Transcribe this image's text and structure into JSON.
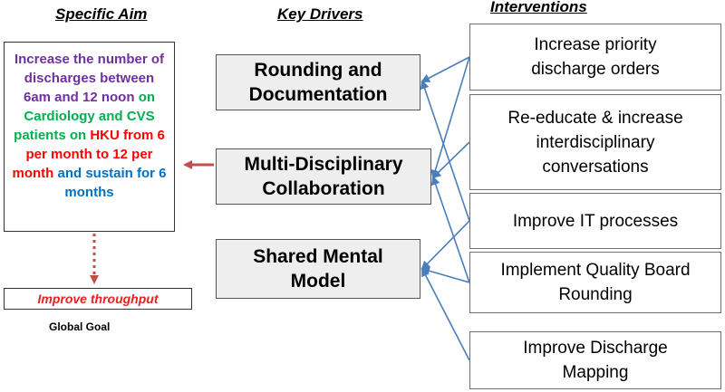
{
  "headers": {
    "specific_aim": "Specific Aim",
    "key_drivers": "Key Drivers",
    "interventions": "Interventions"
  },
  "specific_aim": {
    "segments": [
      {
        "text": "Increase the number of discharges between 6am and 12 noon ",
        "color": "#7030a0"
      },
      {
        "text": "on Cardiology and CVS patients on ",
        "color": "#00b050"
      },
      {
        "text": "HKU from 6 per month to 12 per month ",
        "color": "#ff0000"
      },
      {
        "text": "and sustain for 6 months",
        "color": "#0070c0"
      }
    ]
  },
  "global_goal": {
    "text": "Improve  throughput",
    "label": "Global Goal"
  },
  "drivers": [
    {
      "id": "rounding",
      "lines": [
        "Rounding and",
        "Documentation"
      ]
    },
    {
      "id": "collab",
      "lines": [
        "Multi-Disciplinary",
        "Collaboration"
      ]
    },
    {
      "id": "mental",
      "lines": [
        "Shared Mental",
        "Model"
      ]
    }
  ],
  "interventions": [
    {
      "id": "priority",
      "lines": [
        "Increase priority",
        "discharge orders"
      ]
    },
    {
      "id": "reeducate",
      "lines": [
        "Re-educate & increase",
        "interdisciplinary",
        "conversations"
      ]
    },
    {
      "id": "it",
      "lines": [
        "Improve IT processes"
      ]
    },
    {
      "id": "qboard",
      "lines": [
        "Implement Quality Board",
        "Rounding"
      ]
    },
    {
      "id": "mapping",
      "lines": [
        "Improve Discharge",
        "Mapping"
      ]
    }
  ],
  "colors": {
    "connector": "#4a7ebb",
    "aim_arrow": "#c0504d"
  }
}
